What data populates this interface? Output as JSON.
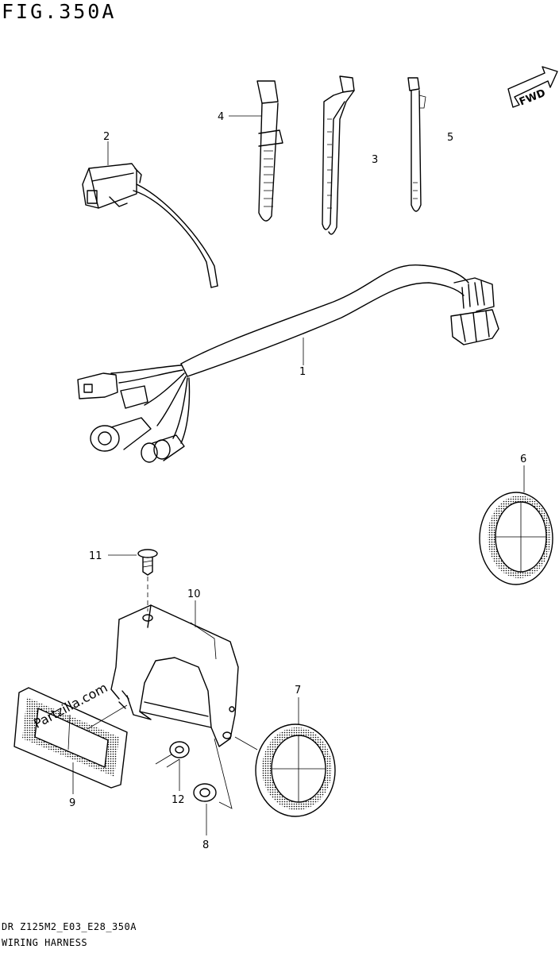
{
  "figure": {
    "title": "FIG.350A",
    "fwd_label": "FWD",
    "watermark": "Partzilla.com"
  },
  "callouts": [
    "1",
    "2",
    "3",
    "4",
    "5",
    "6",
    "7",
    "8",
    "9",
    "10",
    "11",
    "12"
  ],
  "footer": {
    "code": "DR Z125M2_E03_E28_350A",
    "section": "WIRING HARNESS"
  }
}
